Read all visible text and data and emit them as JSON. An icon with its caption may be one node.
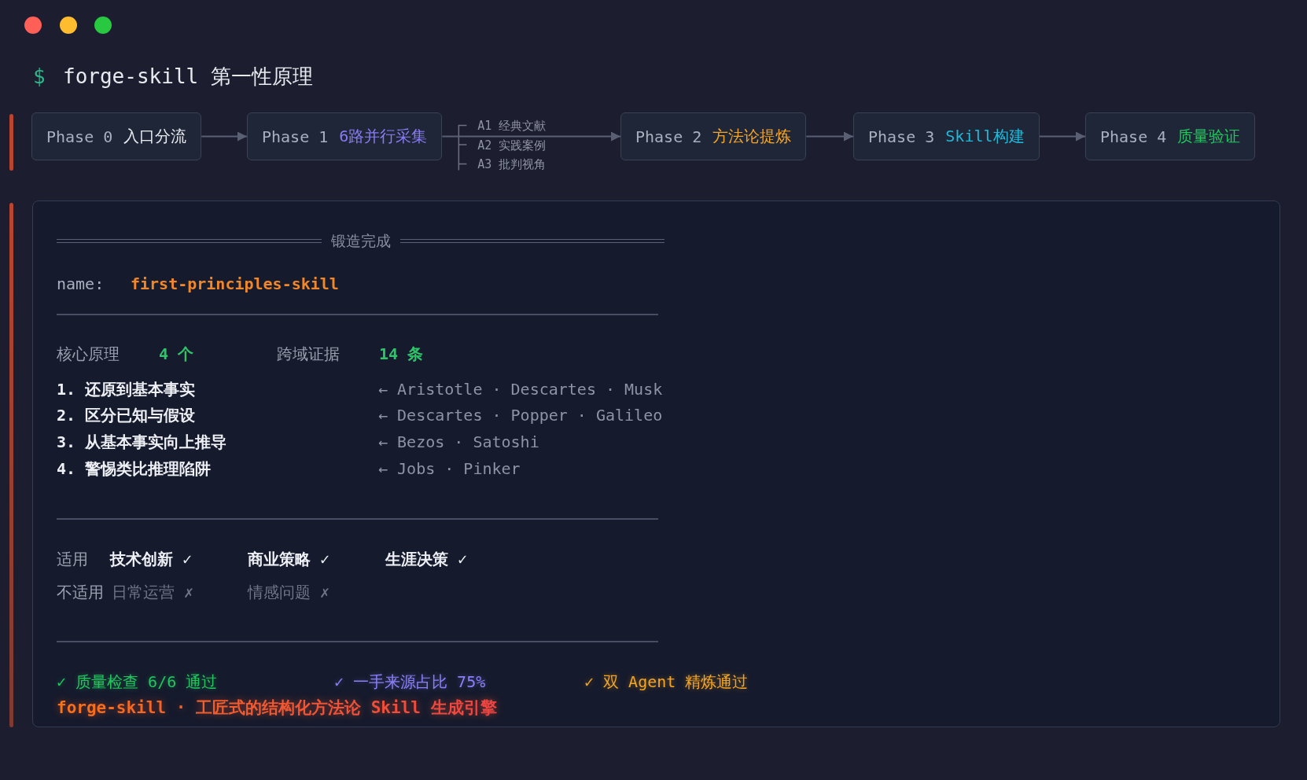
{
  "diagram": {
    "title": "forge-skill 第一性原理",
    "nodes": [
      {
        "text": [
          "Phase 0",
          "入口分流"
        ]
      },
      {
        "text": [
          "Phase 1",
          "6路并行采集"
        ],
        "beside": [
          "A1 经典文献",
          "A2 实践案例",
          "A3 批判视角"
        ]
      },
      {
        "text": [
          "Phase 2",
          "方法论提炼"
        ]
      },
      {
        "text": [
          "Phase 3",
          "Skill构建"
        ]
      },
      {
        "text": [
          "Phase 4",
          "质量验证"
        ]
      },
      {
        "text": [
          "锻造完成",
          "name:",
          "first-principles-skill",
          "核心原理",
          "4 个",
          "跨域证据",
          "14 条",
          "1. 还原到基本事实",
          "← Aristotle · Descartes · Musk",
          "2. 区分已知与假设",
          "← Descartes · Popper · Galileo",
          "3. 从基本事实向上推导",
          "← Bezos · Satoshi",
          "4. 警惕类比推理陷阱",
          "← Jobs · Pinker",
          "适用",
          "技术创新 ✓",
          "商业策略 ✓",
          "生涯决策 ✓",
          "不适用",
          "日常运营 ✗",
          "情感问题 ✗",
          "✓ 质量检查 6/6 通过",
          "✓ 一手来源占比 75%",
          "✓ 双 Agent 精炼通过",
          "forge-skill · 工匠式的结构化方法论 Skill 生成引擎"
        ]
      }
    ],
    "edges": [
      {
        "from": 0,
        "to": 1,
        "arrow": "to"
      },
      {
        "from": 1,
        "to": 2,
        "arrow": "to"
      },
      {
        "from": 2,
        "to": 3,
        "arrow": "to"
      },
      {
        "from": 3,
        "to": 4,
        "arrow": "to"
      }
    ],
    "labels": [
      "$"
    ]
  }
}
